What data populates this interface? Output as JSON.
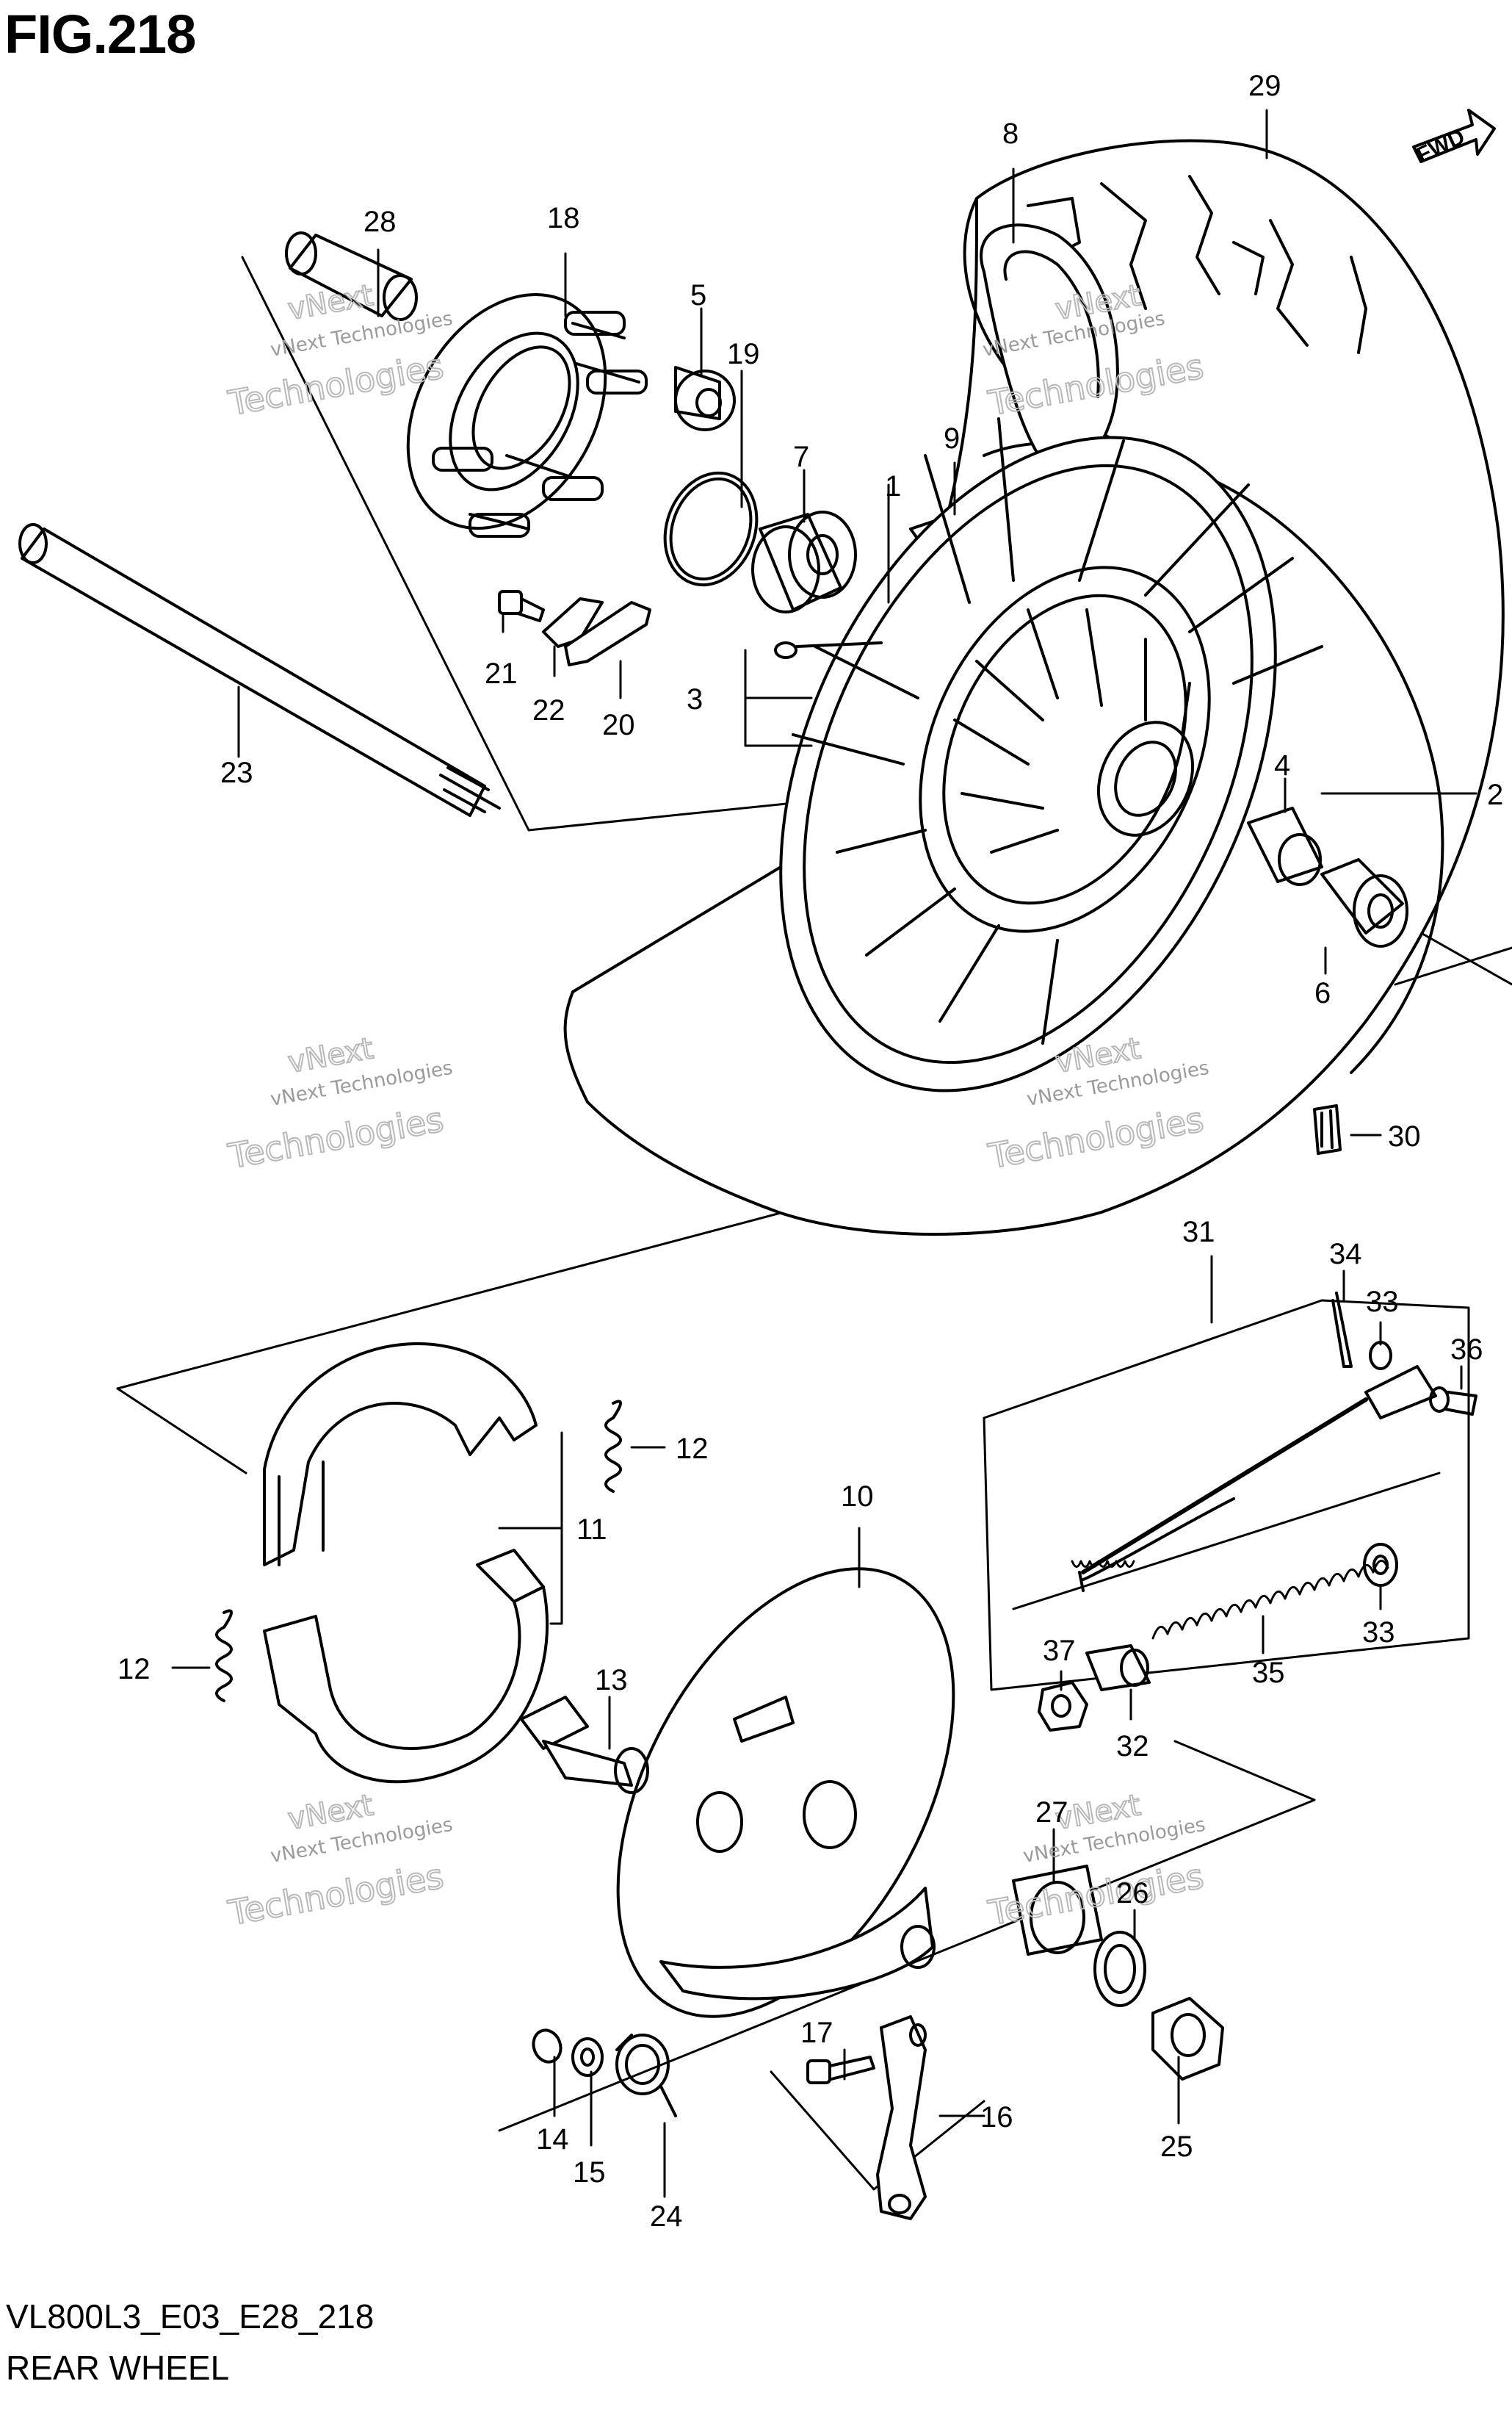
{
  "figure": {
    "title": "FIG.218",
    "code": "VL800L3_E03_E28_218",
    "caption": "REAR WHEEL"
  },
  "fwd_label": "FWD",
  "watermark": {
    "line1": "vNext Technologies",
    "line2": "vNext",
    "line3": "Technologies"
  },
  "callouts": [
    "1",
    "2",
    "3",
    "4",
    "5",
    "6",
    "7",
    "8",
    "9",
    "10",
    "11",
    "12",
    "12",
    "13",
    "14",
    "15",
    "16",
    "17",
    "18",
    "19",
    "20",
    "21",
    "22",
    "23",
    "24",
    "25",
    "26",
    "27",
    "28",
    "29",
    "30",
    "31",
    "32",
    "33",
    "33",
    "34",
    "35",
    "36",
    "37"
  ]
}
